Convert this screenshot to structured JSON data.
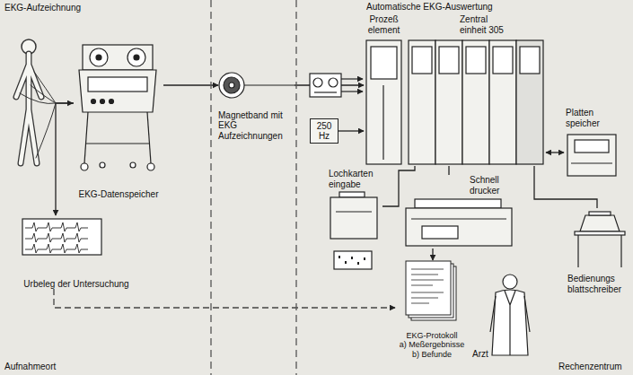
{
  "diagram": {
    "nodes": [
      {
        "text": [
          "EKG-Datenspeicher"
        ]
      },
      {
        "text": [
          "Urbeleg der Untersuchung"
        ]
      },
      {
        "text": [
          "Magnetband mit EKG Aufzeichnungen"
        ]
      },
      {
        "text": [
          "Prozeß element"
        ]
      },
      {
        "text": [
          "Zentral einheit 305"
        ]
      },
      {
        "text": [
          "250 Hz"
        ]
      },
      {
        "text": [
          "Platten speicher"
        ]
      },
      {
        "text": [
          "Lochkarten eingabe"
        ]
      },
      {
        "text": [
          "Schnell drucker"
        ]
      },
      {
        "text": [
          "Bedienungs blattschreiber"
        ]
      },
      {
        "text": [
          "EKG-Protokoll",
          "a) Meßergebnisse",
          "b) Befunde"
        ]
      },
      {
        "text": [
          "Arzt"
        ]
      }
    ],
    "edges": [
      {
        "from": 0,
        "to": 2,
        "arrow": "to"
      },
      {
        "from": 0,
        "to": 1,
        "arrow": "to"
      },
      {
        "from": 2,
        "to": 3,
        "arrow": "to"
      },
      {
        "from": 5,
        "to": 3,
        "arrow": "to"
      },
      {
        "from": 1,
        "to": 10,
        "arrow": "to"
      },
      {
        "from": 7,
        "to": 4,
        "arrow": "none"
      },
      {
        "from": 4,
        "to": 6,
        "arrow": "both"
      },
      {
        "from": 4,
        "to": 8,
        "arrow": "none"
      },
      {
        "from": 4,
        "to": 9,
        "arrow": "none"
      },
      {
        "from": 8,
        "to": 10,
        "arrow": "to"
      }
    ],
    "labels": [
      "EKG-Aufzeichnung",
      "Automatische EKG-Auswertung",
      "Aufnahmeort",
      "Rechenzentrum"
    ]
  }
}
